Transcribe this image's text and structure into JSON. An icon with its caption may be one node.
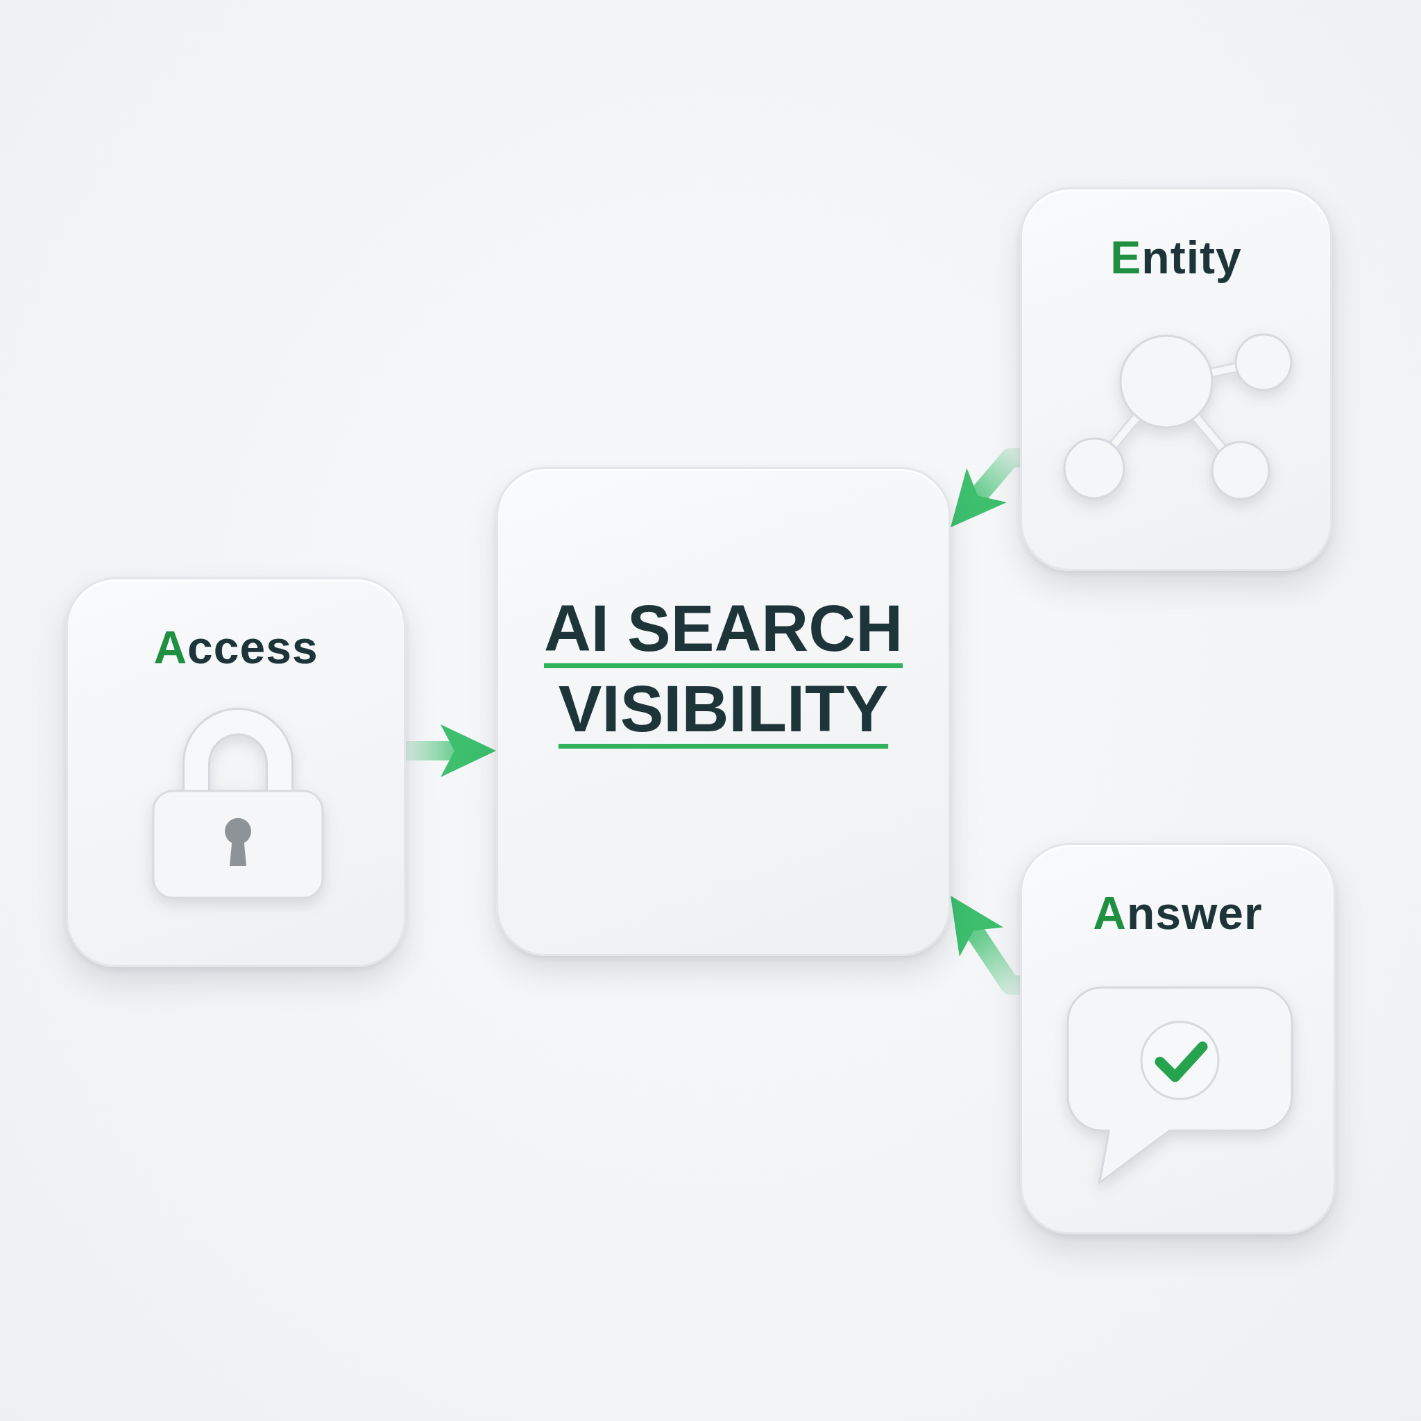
{
  "diagram": {
    "nodes": [
      {
        "text": [
          "Access"
        ]
      },
      {
        "text": [
          "AI SEARCH VISIBILITY"
        ]
      },
      {
        "text": [
          "Entity"
        ]
      },
      {
        "text": [
          "Answer"
        ]
      }
    ],
    "edges": [
      {
        "from": 0,
        "to": 1,
        "arrow": "to"
      },
      {
        "from": 2,
        "to": 1,
        "arrow": "to"
      },
      {
        "from": 3,
        "to": 1,
        "arrow": "to"
      }
    ]
  }
}
